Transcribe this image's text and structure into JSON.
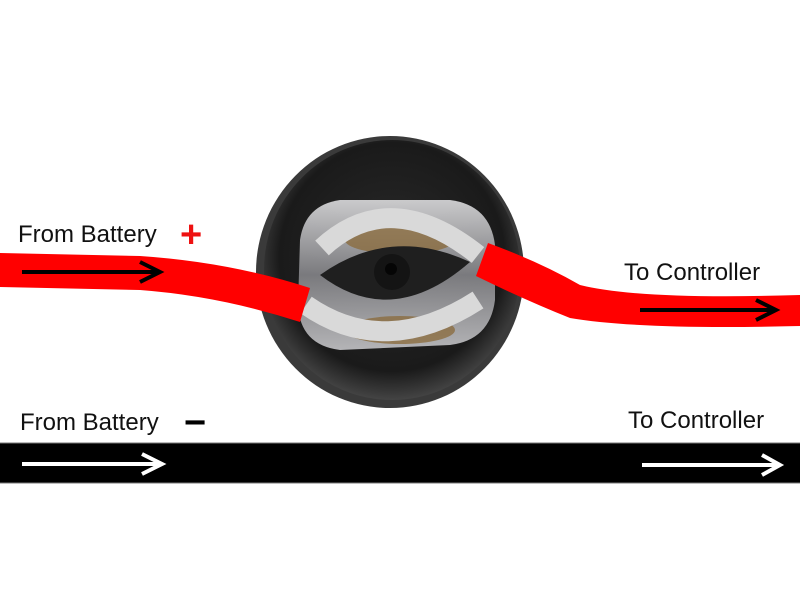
{
  "diagram": {
    "title": "Switch wiring diagram",
    "positive_wire": {
      "color": "#ff0000",
      "input_label": "From Battery",
      "input_polarity": "+",
      "output_label": "To Controller",
      "arrow_color": "#000000"
    },
    "negative_wire": {
      "color": "#000000",
      "input_label": "From Battery",
      "input_polarity": "−",
      "output_label": "To Controller",
      "arrow_color": "#ffffff"
    },
    "switch": {
      "name": "push button switch",
      "body_color": "#1e1e1e",
      "contact_color": "#d4d4d8",
      "contact_strip_color": "#d9d9d9"
    },
    "colors": {
      "background": "#ffffff",
      "text": "#111111",
      "plus_sign": "#ee1111"
    }
  }
}
